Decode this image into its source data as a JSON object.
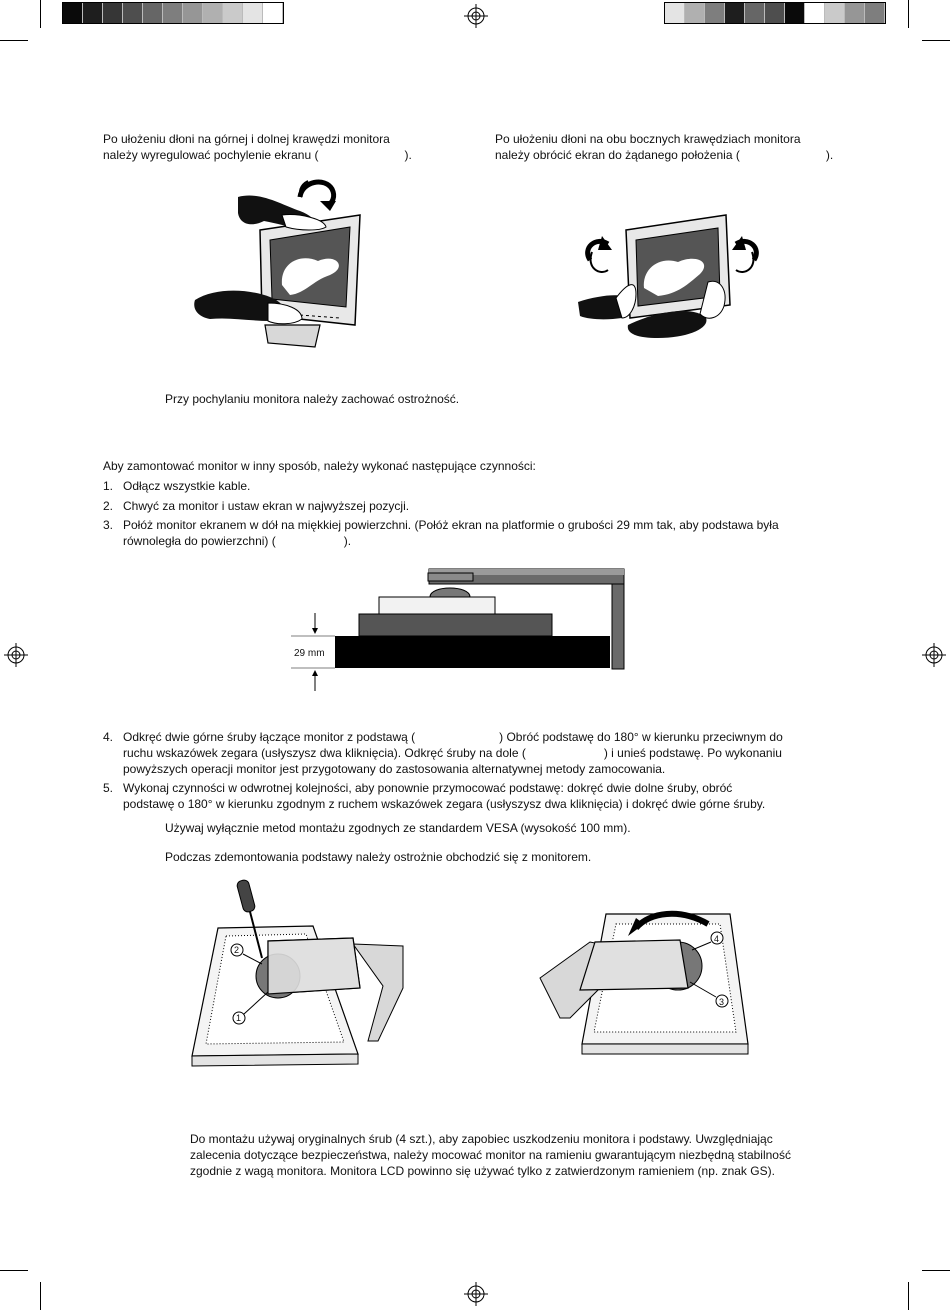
{
  "print_marks": {
    "left_bar_colors": [
      "#0a0a0a",
      "#1e1e1e",
      "#363636",
      "#4e4e4e",
      "#666666",
      "#7e7e7e",
      "#969696",
      "#b0b0b0",
      "#cacaca",
      "#e4e4e4",
      "#ffffff"
    ],
    "right_bar_colors": [
      "#e4e4e4",
      "#b0b0b0",
      "#7e7e7e",
      "#1e1e1e",
      "#666666",
      "#4e4e4e",
      "#0a0a0a",
      "#ffffff",
      "#cacaca",
      "#969696",
      "#7e7e7e"
    ]
  },
  "tilt": {
    "line1": "Po ułożeniu dłoni na górnej i dolnej krawędzi monitora",
    "line2_pre": "należy wyregulować pochylenie ekranu (",
    "line2_post": ")."
  },
  "swivel": {
    "line1": "Po ułożeniu dłoni na obu bocznych krawędziach monitora",
    "line2_pre": "należy obrócić ekran do żądanego położenia (",
    "line2_post": ")."
  },
  "tilt_caution": "Przy pochylaniu monitora należy zachować ostrożność.",
  "mount_intro": "Aby zamontować monitor w inny sposób, należy wykonać następujące czynności:",
  "steps": [
    {
      "num": "1.",
      "text": "Odłącz wszystkie kable."
    },
    {
      "num": "2.",
      "text": "Chwyć za monitor i ustaw ekran w najwyższej pozycji."
    },
    {
      "num": "3.",
      "line1": "Połóż monitor ekranem w dół na miękkiej powierzchni. (Połóż ekran na platformie o grubości 29 mm tak, aby podstawa była",
      "line2_pre": "równoległa do powierzchni) (",
      "line2_post": ")."
    }
  ],
  "platform_label": "29 mm",
  "steps2": [
    {
      "num": "4.",
      "l1a": "Odkręć dwie górne śruby łączące monitor z podstawą (",
      "l1b": ") Obróć podstawę do 180° w kierunku przeciwnym do",
      "l2a": "ruchu wskazówek zegara (usłyszysz dwa kliknięcia). Odkręć śruby na dole (",
      "l2b": ") i unieś podstawę. Po wykonaniu",
      "l3": "powyższych operacji monitor jest przygotowany do zastosowania alternatywnej metody zamocowania."
    },
    {
      "num": "5.",
      "l1": "Wykonaj czynności w odwrotnej kolejności, aby ponownie przymocować podstawę: dokręć dwie dolne śruby, obróć",
      "l2": "podstawę o 180° w kierunku zgodnym z ruchem wskazówek zegara (usłyszysz dwa kliknięcia) i dokręć dwie górne śruby."
    }
  ],
  "note_vesa": "Używaj wyłącznie metod montażu zgodnych ze standardem VESA (wysokość 100 mm).",
  "note_remove": "Podczas zdemontowania podstawy należy ostrożnie obchodzić się z monitorem.",
  "screw_labels": [
    "1",
    "2",
    "3",
    "4"
  ],
  "final_note": {
    "l1": "Do montażu używaj oryginalnych śrub (4 szt.), aby zapobiec uszkodzeniu monitora i podstawy. Uwzględniając",
    "l2": "zalecenia dotyczące bezpieczeństwa, należy mocować monitor na ramieniu gwarantującym niezbędną stabilność",
    "l3": "zgodnie z wagą monitora. Monitora LCD powinno się używać tylko z zatwierdzonym ramieniem (np. znak GS)."
  }
}
